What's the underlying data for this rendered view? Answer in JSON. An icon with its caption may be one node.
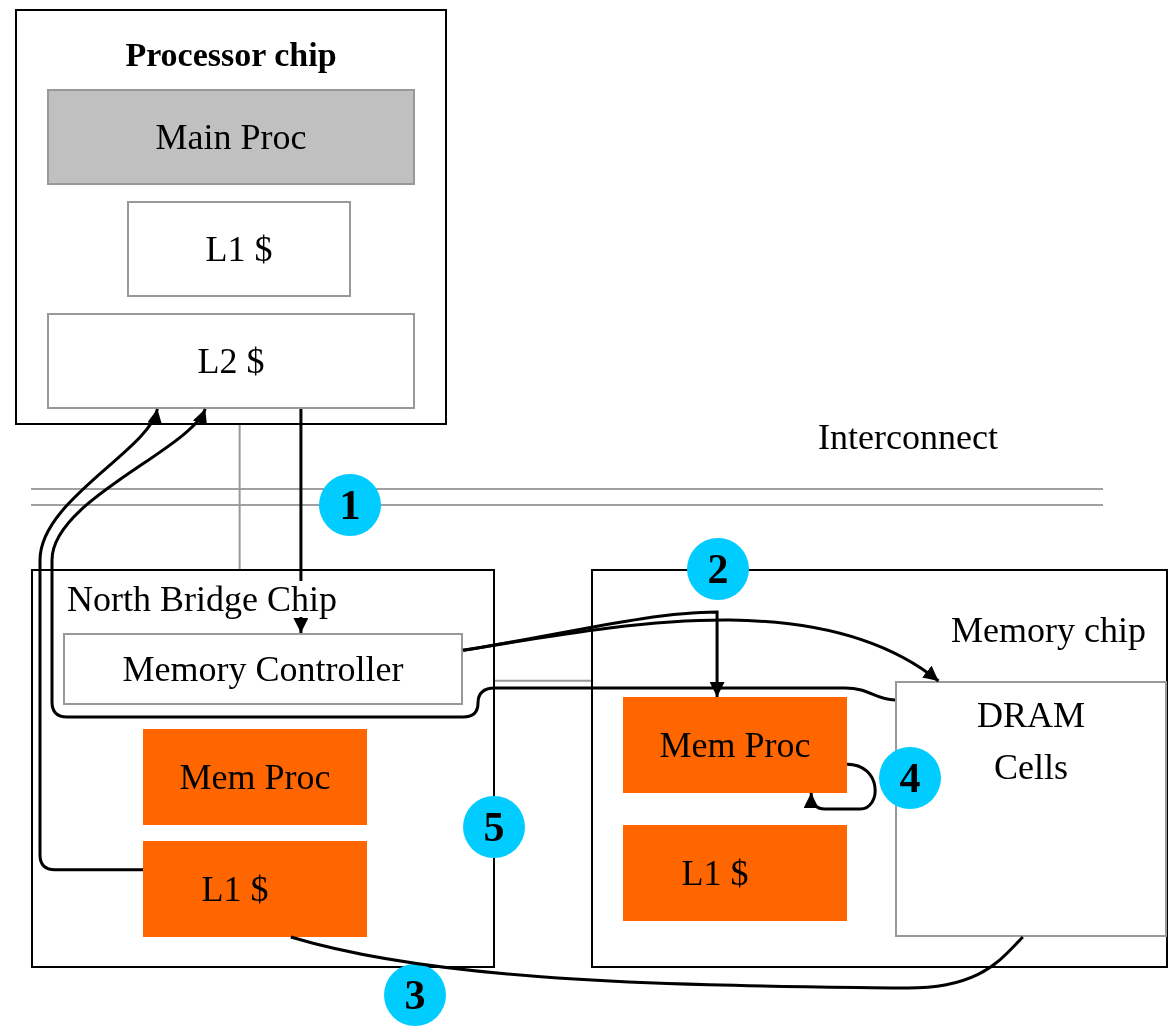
{
  "diagram": {
    "nodes": [
      {
        "text": [
          "Processor chip"
        ]
      },
      {
        "text": [
          "Main Proc"
        ],
        "in": 0
      },
      {
        "text": [
          "L1 $"
        ],
        "in": 0
      },
      {
        "text": [
          "L2 $"
        ],
        "in": 0
      },
      {
        "text": [
          "North Bridge Chip"
        ]
      },
      {
        "text": [
          "Memory Controller"
        ],
        "in": 4
      },
      {
        "text": [
          "Mem Proc"
        ],
        "in": 4
      },
      {
        "text": [
          "L1 $"
        ],
        "in": 4
      },
      {
        "text": [
          "Memory chip"
        ]
      },
      {
        "text": [
          "DRAM Cells"
        ],
        "in": 8
      },
      {
        "text": [
          "Mem Proc"
        ],
        "in": 8
      },
      {
        "text": [
          "L1 $"
        ],
        "in": 8
      },
      {
        "text": [
          "1"
        ]
      },
      {
        "text": [
          "2"
        ]
      },
      {
        "text": [
          "3"
        ]
      },
      {
        "text": [
          "4"
        ],
        "in": 8
      },
      {
        "text": [
          "5"
        ]
      }
    ],
    "edges": [
      {
        "from": 3,
        "to": 5,
        "arrow": "to"
      },
      {
        "from": 5,
        "to": 9,
        "arrow": "to"
      },
      {
        "from": 5,
        "to": 10,
        "arrow": "to"
      },
      {
        "from": 7,
        "to": 9,
        "arrow": "none"
      },
      {
        "from": 10,
        "to": 10,
        "arrow": "to"
      },
      {
        "from": 9,
        "to": 3,
        "arrow": "to"
      },
      {
        "from": 7,
        "to": 3,
        "arrow": "to"
      },
      {
        "from": 0,
        "to": 4,
        "arrow": "none",
        "color": "#999999"
      },
      {
        "from": 4,
        "to": 8,
        "arrow": "none",
        "color": "#999999"
      }
    ],
    "labels": [
      "Interconnect"
    ]
  }
}
